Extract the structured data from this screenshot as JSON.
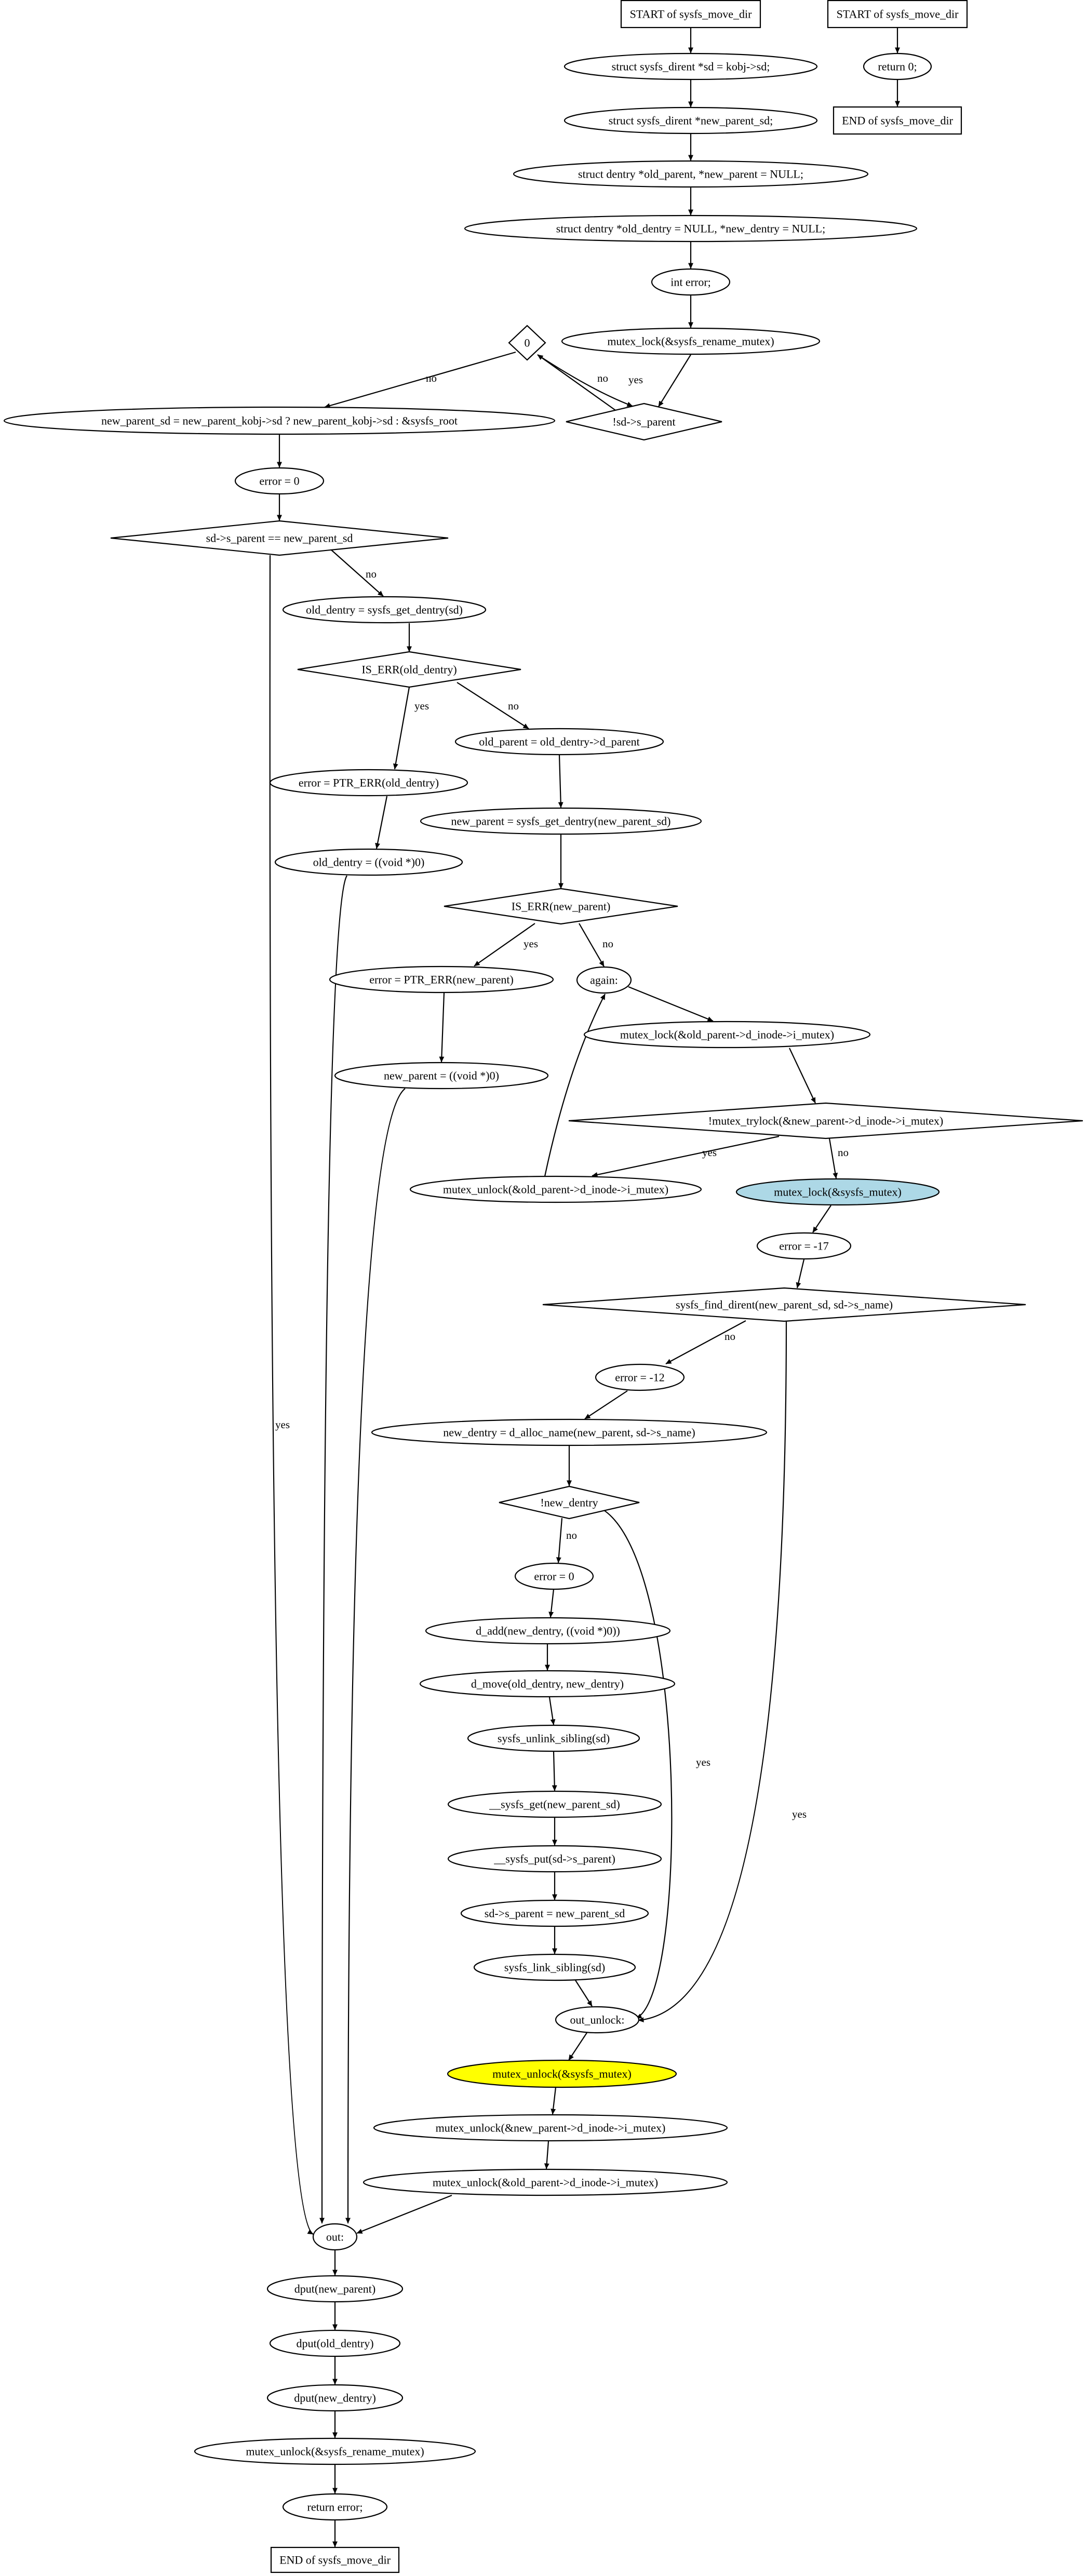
{
  "nodes": [
    {
      "id": "start1",
      "shape": "box",
      "label": "START of sysfs_move_dir"
    },
    {
      "id": "n1",
      "shape": "ellipse",
      "label": "struct sysfs_dirent *sd = kobj->sd;"
    },
    {
      "id": "n2",
      "shape": "ellipse",
      "label": "struct sysfs_dirent *new_parent_sd;"
    },
    {
      "id": "n3",
      "shape": "ellipse",
      "label": "struct dentry *old_parent, *new_parent = NULL;"
    },
    {
      "id": "n4",
      "shape": "ellipse",
      "label": "struct dentry *old_dentry = NULL, *new_dentry = NULL;"
    },
    {
      "id": "n5",
      "shape": "ellipse",
      "label": "int error;"
    },
    {
      "id": "n6",
      "shape": "ellipse",
      "label": "mutex_lock(&sysfs_rename_mutex)"
    },
    {
      "id": "d0",
      "shape": "diamond",
      "label": "0"
    },
    {
      "id": "d1",
      "shape": "diamond",
      "label": "!sd->s_parent"
    },
    {
      "id": "n7",
      "shape": "ellipse",
      "label": "new_parent_sd = new_parent_kobj->sd ? new_parent_kobj->sd : &sysfs_root"
    },
    {
      "id": "n8",
      "shape": "ellipse",
      "label": "error = 0"
    },
    {
      "id": "d2",
      "shape": "diamond",
      "label": "sd->s_parent == new_parent_sd"
    },
    {
      "id": "n9",
      "shape": "ellipse",
      "label": "old_dentry = sysfs_get_dentry(sd)"
    },
    {
      "id": "d3",
      "shape": "diamond",
      "label": "IS_ERR(old_dentry)"
    },
    {
      "id": "n10",
      "shape": "ellipse",
      "label": "error = PTR_ERR(old_dentry)"
    },
    {
      "id": "n11",
      "shape": "ellipse",
      "label": "old_dentry = ((void *)0)"
    },
    {
      "id": "n12",
      "shape": "ellipse",
      "label": "old_parent = old_dentry->d_parent"
    },
    {
      "id": "n13",
      "shape": "ellipse",
      "label": "new_parent = sysfs_get_dentry(new_parent_sd)"
    },
    {
      "id": "d4",
      "shape": "diamond",
      "label": "IS_ERR(new_parent)"
    },
    {
      "id": "n14",
      "shape": "ellipse",
      "label": "error = PTR_ERR(new_parent)"
    },
    {
      "id": "n15",
      "shape": "ellipse",
      "label": "new_parent = ((void *)0)"
    },
    {
      "id": "again",
      "shape": "ellipse",
      "label": "again:"
    },
    {
      "id": "n16",
      "shape": "ellipse",
      "label": "mutex_lock(&old_parent->d_inode->i_mutex)"
    },
    {
      "id": "d5",
      "shape": "diamond",
      "label": "!mutex_trylock(&new_parent->d_inode->i_mutex)"
    },
    {
      "id": "n17",
      "shape": "ellipse",
      "label": "mutex_unlock(&old_parent->d_inode->i_mutex)"
    },
    {
      "id": "n18",
      "shape": "ellipse",
      "label": "mutex_lock(&sysfs_mutex)",
      "fill": "#add8e6"
    },
    {
      "id": "n19",
      "shape": "ellipse",
      "label": "error = -17"
    },
    {
      "id": "d6",
      "shape": "diamond",
      "label": "sysfs_find_dirent(new_parent_sd, sd->s_name)"
    },
    {
      "id": "n20",
      "shape": "ellipse",
      "label": "error = -12"
    },
    {
      "id": "n21",
      "shape": "ellipse",
      "label": "new_dentry = d_alloc_name(new_parent, sd->s_name)"
    },
    {
      "id": "d7",
      "shape": "diamond",
      "label": "!new_dentry"
    },
    {
      "id": "n22",
      "shape": "ellipse",
      "label": "error = 0"
    },
    {
      "id": "n23",
      "shape": "ellipse",
      "label": "d_add(new_dentry, ((void *)0))"
    },
    {
      "id": "n24",
      "shape": "ellipse",
      "label": "d_move(old_dentry, new_dentry)"
    },
    {
      "id": "n25",
      "shape": "ellipse",
      "label": "sysfs_unlink_sibling(sd)"
    },
    {
      "id": "n26",
      "shape": "ellipse",
      "label": "__sysfs_get(new_parent_sd)"
    },
    {
      "id": "n27",
      "shape": "ellipse",
      "label": "__sysfs_put(sd->s_parent)"
    },
    {
      "id": "n28",
      "shape": "ellipse",
      "label": "sd->s_parent = new_parent_sd"
    },
    {
      "id": "n29",
      "shape": "ellipse",
      "label": "sysfs_link_sibling(sd)"
    },
    {
      "id": "outu",
      "shape": "ellipse",
      "label": "out_unlock:"
    },
    {
      "id": "n30",
      "shape": "ellipse",
      "label": "mutex_unlock(&sysfs_mutex)",
      "fill": "#ffff00"
    },
    {
      "id": "n31",
      "shape": "ellipse",
      "label": "mutex_unlock(&new_parent->d_inode->i_mutex)"
    },
    {
      "id": "n32",
      "shape": "ellipse",
      "label": "mutex_unlock(&old_parent->d_inode->i_mutex)"
    },
    {
      "id": "out",
      "shape": "ellipse",
      "label": "out:"
    },
    {
      "id": "n33",
      "shape": "ellipse",
      "label": "dput(new_parent)"
    },
    {
      "id": "n34",
      "shape": "ellipse",
      "label": "dput(old_dentry)"
    },
    {
      "id": "n35",
      "shape": "ellipse",
      "label": "dput(new_dentry)"
    },
    {
      "id": "n36",
      "shape": "ellipse",
      "label": "mutex_unlock(&sysfs_rename_mutex)"
    },
    {
      "id": "n37",
      "shape": "ellipse",
      "label": "return error;"
    },
    {
      "id": "end1",
      "shape": "box",
      "label": "END of sysfs_move_dir"
    },
    {
      "id": "start2",
      "shape": "box",
      "label": "START of sysfs_move_dir"
    },
    {
      "id": "r0",
      "shape": "ellipse",
      "label": "return 0;"
    },
    {
      "id": "end2",
      "shape": "box",
      "label": "END of sysfs_move_dir"
    }
  ],
  "edges": [
    {
      "from": "start1",
      "to": "n1",
      "label": ""
    },
    {
      "from": "n1",
      "to": "n2",
      "label": ""
    },
    {
      "from": "n2",
      "to": "n3",
      "label": ""
    },
    {
      "from": "n3",
      "to": "n4",
      "label": ""
    },
    {
      "from": "n4",
      "to": "n5",
      "label": ""
    },
    {
      "from": "n5",
      "to": "n6",
      "label": ""
    },
    {
      "from": "n6",
      "to": "d1",
      "label": ""
    },
    {
      "from": "d1",
      "to": "d0",
      "label": "no"
    },
    {
      "from": "d0",
      "to": "d1",
      "label": "yes"
    },
    {
      "from": "d0",
      "to": "n7",
      "label": "no"
    },
    {
      "from": "n7",
      "to": "n8",
      "label": ""
    },
    {
      "from": "n8",
      "to": "d2",
      "label": ""
    },
    {
      "from": "d2",
      "to": "n9",
      "label": "no"
    },
    {
      "from": "d2",
      "to": "out",
      "label": "yes"
    },
    {
      "from": "n9",
      "to": "d3",
      "label": ""
    },
    {
      "from": "d3",
      "to": "n10",
      "label": "yes"
    },
    {
      "from": "d3",
      "to": "n12",
      "label": "no"
    },
    {
      "from": "n10",
      "to": "n11",
      "label": ""
    },
    {
      "from": "n11",
      "to": "out",
      "label": ""
    },
    {
      "from": "n12",
      "to": "n13",
      "label": ""
    },
    {
      "from": "n13",
      "to": "d4",
      "label": ""
    },
    {
      "from": "d4",
      "to": "n14",
      "label": "yes"
    },
    {
      "from": "d4",
      "to": "again",
      "label": "no"
    },
    {
      "from": "n14",
      "to": "n15",
      "label": ""
    },
    {
      "from": "n15",
      "to": "out",
      "label": ""
    },
    {
      "from": "again",
      "to": "n16",
      "label": ""
    },
    {
      "from": "n16",
      "to": "d5",
      "label": ""
    },
    {
      "from": "d5",
      "to": "n17",
      "label": "yes"
    },
    {
      "from": "d5",
      "to": "n18",
      "label": "no"
    },
    {
      "from": "n17",
      "to": "again",
      "label": ""
    },
    {
      "from": "n18",
      "to": "n19",
      "label": ""
    },
    {
      "from": "n19",
      "to": "d6",
      "label": ""
    },
    {
      "from": "d6",
      "to": "n20",
      "label": "no"
    },
    {
      "from": "d6",
      "to": "outu",
      "label": "yes"
    },
    {
      "from": "n20",
      "to": "n21",
      "label": ""
    },
    {
      "from": "n21",
      "to": "d7",
      "label": ""
    },
    {
      "from": "d7",
      "to": "n22",
      "label": "no"
    },
    {
      "from": "d7",
      "to": "outu",
      "label": "yes"
    },
    {
      "from": "n22",
      "to": "n23",
      "label": ""
    },
    {
      "from": "n23",
      "to": "n24",
      "label": ""
    },
    {
      "from": "n24",
      "to": "n25",
      "label": ""
    },
    {
      "from": "n25",
      "to": "n26",
      "label": ""
    },
    {
      "from": "n26",
      "to": "n27",
      "label": ""
    },
    {
      "from": "n27",
      "to": "n28",
      "label": ""
    },
    {
      "from": "n28",
      "to": "n29",
      "label": ""
    },
    {
      "from": "n29",
      "to": "outu",
      "label": ""
    },
    {
      "from": "outu",
      "to": "n30",
      "label": ""
    },
    {
      "from": "n30",
      "to": "n31",
      "label": ""
    },
    {
      "from": "n31",
      "to": "n32",
      "label": ""
    },
    {
      "from": "n32",
      "to": "out",
      "label": ""
    },
    {
      "from": "out",
      "to": "n33",
      "label": ""
    },
    {
      "from": "n33",
      "to": "n34",
      "label": ""
    },
    {
      "from": "n34",
      "to": "n35",
      "label": ""
    },
    {
      "from": "n35",
      "to": "n36",
      "label": ""
    },
    {
      "from": "n36",
      "to": "n37",
      "label": ""
    },
    {
      "from": "n37",
      "to": "end1",
      "label": ""
    },
    {
      "from": "start2",
      "to": "r0",
      "label": ""
    },
    {
      "from": "r0",
      "to": "end2",
      "label": ""
    }
  ]
}
